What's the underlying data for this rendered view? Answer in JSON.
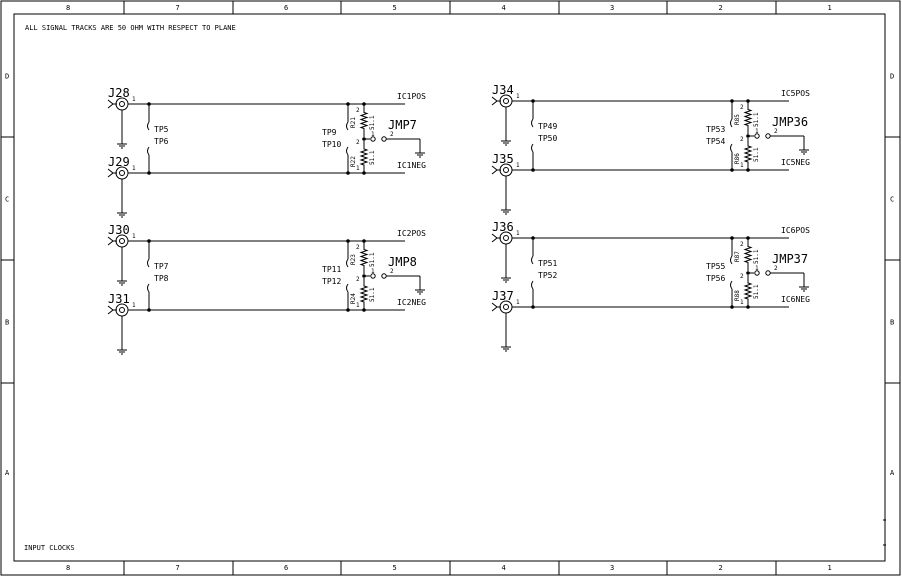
{
  "title_note": "ALL SIGNAL TRACKS ARE 50 OHM WITH RESPECT TO PLANE",
  "sheet_title": "INPUT CLOCKS",
  "zones_top": [
    "8",
    "7",
    "6",
    "5",
    "4",
    "3",
    "2",
    "1"
  ],
  "zones_bottom": [
    "8",
    "7",
    "6",
    "5",
    "4",
    "3",
    "2",
    "1"
  ],
  "zones_left": [
    "D",
    "C",
    "B",
    "A"
  ],
  "zones_right": [
    "D",
    "C",
    "B",
    "A"
  ],
  "blocks": [
    {
      "conn_top": "J28",
      "conn_bot": "J29",
      "tp_a": "TP5",
      "tp_b": "TP6",
      "tp_c": "TP9",
      "tp_d": "TP10",
      "net_pos": "IC1POS",
      "net_neg": "IC1NEG",
      "jmp": "JMP7",
      "r_top": "R21",
      "r_bot": "R22",
      "rv_top": "51.1",
      "rv_bot": "51.1",
      "pin1": "1",
      "pin2": "2",
      "pin_top": "2",
      "pin_mid": "2",
      "pin_bot": "1",
      "jp1": "1",
      "jp2": "2"
    },
    {
      "conn_top": "J30",
      "conn_bot": "J31",
      "tp_a": "TP7",
      "tp_b": "TP8",
      "tp_c": "TP11",
      "tp_d": "TP12",
      "net_pos": "IC2POS",
      "net_neg": "IC2NEG",
      "jmp": "JMP8",
      "r_top": "R23",
      "r_bot": "R24",
      "rv_top": "51.1",
      "rv_bot": "51.1",
      "pin1": "1",
      "pin2": "2",
      "pin_top": "2",
      "pin_mid": "2",
      "pin_bot": "1",
      "jp1": "1",
      "jp2": "2"
    },
    {
      "conn_top": "J34",
      "conn_bot": "J35",
      "tp_a": "TP49",
      "tp_b": "TP50",
      "tp_c": "TP53",
      "tp_d": "TP54",
      "net_pos": "IC5POS",
      "net_neg": "IC5NEG",
      "jmp": "JMP36",
      "r_top": "R85",
      "r_bot": "R86",
      "rv_top": "51.1",
      "rv_bot": "51.1",
      "pin1": "1",
      "pin2": "2",
      "pin_top": "2",
      "pin_mid": "2",
      "pin_bot": "1",
      "jp1": "1",
      "jp2": "2"
    },
    {
      "conn_top": "J36",
      "conn_bot": "J37",
      "tp_a": "TP51",
      "tp_b": "TP52",
      "tp_c": "TP55",
      "tp_d": "TP56",
      "net_pos": "IC6POS",
      "net_neg": "IC6NEG",
      "jmp": "JMP37",
      "r_top": "R87",
      "r_bot": "R88",
      "rv_top": "51.1",
      "rv_bot": "51.1",
      "pin1": "1",
      "pin2": "2",
      "pin_top": "2",
      "pin_mid": "2",
      "pin_bot": "1",
      "jp1": "1",
      "jp2": "2"
    }
  ]
}
